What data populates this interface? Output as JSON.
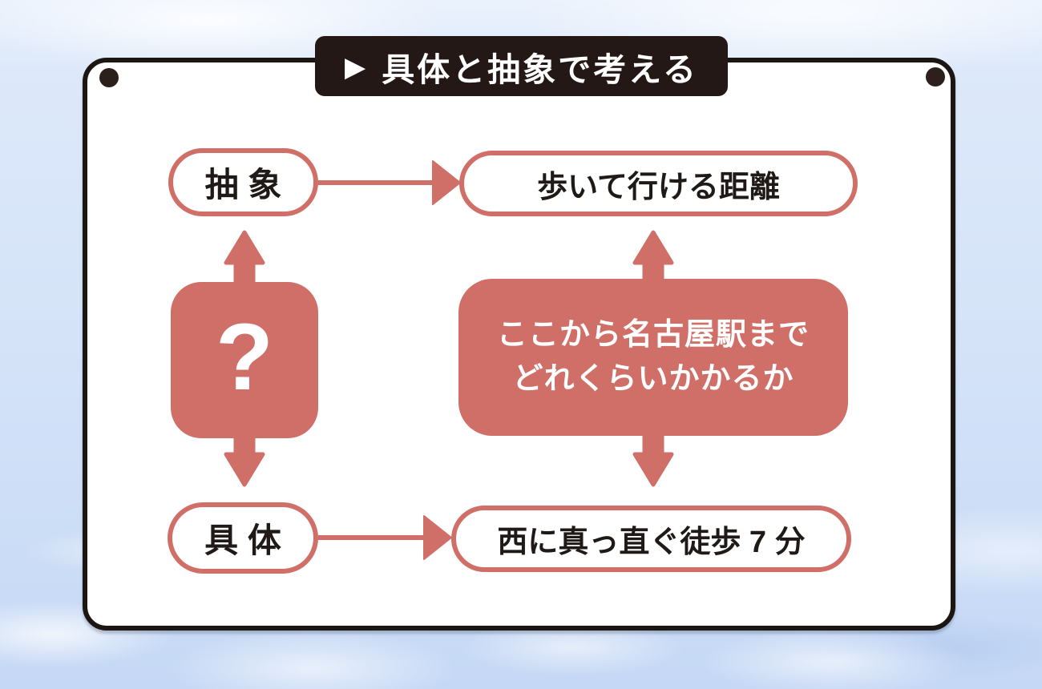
{
  "banner": {
    "icon": "▶",
    "title": "具体と抽象で考える"
  },
  "nodes": {
    "abstract": "抽 象",
    "abstract_example": "歩いて行ける距離",
    "concrete": "具 体",
    "concrete_example": "西に真っ直ぐ徒歩 7 分",
    "question": {
      "mark": "?",
      "line1": "ここから名古屋駅まで",
      "line2": "どれくらいかかるか"
    }
  },
  "colors": {
    "accent": "#cf6f68",
    "banner_background": "#231815",
    "card_border": "#1c1613",
    "text": "#1f1a17",
    "background_sky_blue": "#d9e6f9"
  }
}
